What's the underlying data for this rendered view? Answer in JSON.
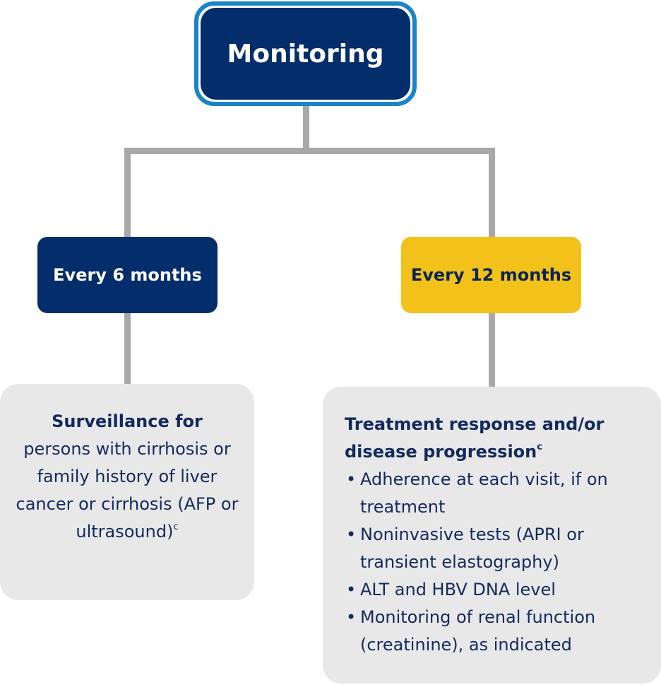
{
  "root": {
    "label": "Monitoring"
  },
  "branches": [
    {
      "label": "Every 6 months",
      "color": "#032d6b",
      "detail": {
        "heading": "Surveillance for",
        "body": "persons with cirrhosis or family history of liver cancer or cirrhosis (AFP or ultrasound)",
        "footnote": "c"
      }
    },
    {
      "label": "Every 12 months",
      "color": "#f2c21a",
      "detail": {
        "heading": "Treatment response and/or disease progression",
        "footnote": "c",
        "items": [
          "Adherence at each visit, if on treatment",
          "Noninvasive tests (APRI or transient elastography)",
          "ALT and HBV DNA level",
          "Monitoring of renal function (creatinine), as indicated"
        ]
      }
    }
  ],
  "colors": {
    "root_fill": "#032d6b",
    "root_border": "#1a84c8",
    "connector": "#a8a8a8",
    "detail_fill": "#e8e8e9",
    "detail_text": "#142a5c"
  }
}
